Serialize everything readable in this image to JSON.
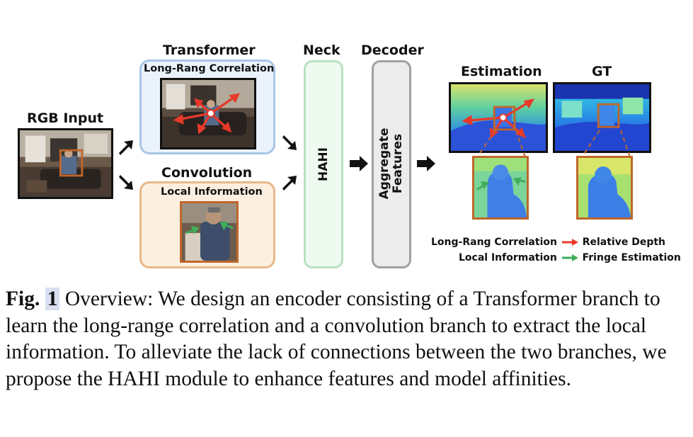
{
  "diagram": {
    "rgb_input_label": "RGB Input",
    "transformer_label": "Transformer",
    "transformer_sub": "Long-Rang Correlation",
    "convolution_label": "Convolution",
    "convolution_sub": "Local Information",
    "neck_label": "Neck",
    "neck_module": "HAHI",
    "decoder_label": "Decoder",
    "decoder_module_line1": "Aggregate",
    "decoder_module_line2": "Features",
    "estimation_label": "Estimation",
    "gt_label": "GT"
  },
  "legend": {
    "row1_left": "Long-Rang Correlation",
    "row1_right": "Relative Depth",
    "row2_left": "Local Information",
    "row2_right": "Fringe Estimation",
    "red_color": "#e8392a",
    "green_color": "#3fae5a"
  },
  "caption": {
    "fig": "Fig.",
    "num": "1",
    "text": " Overview: We design an encoder consisting of a Transformer branch to learn the long-range correlation and a convolution branch to extract the local information. To alleviate the lack of connections between the two branches, we propose the HAHI module to enhance features and model affinities."
  },
  "colors": {
    "transformer_border": "#a9c6e6",
    "transformer_fill": "#eaf2fb",
    "convolution_border": "#e7b88a",
    "convolution_fill": "#fcefe0",
    "neck_border": "#b9e2c0",
    "neck_fill": "#eef9f0",
    "decoder_border": "#a0a0a0",
    "decoder_fill": "#ececec",
    "crop_border": "#c0672a"
  }
}
